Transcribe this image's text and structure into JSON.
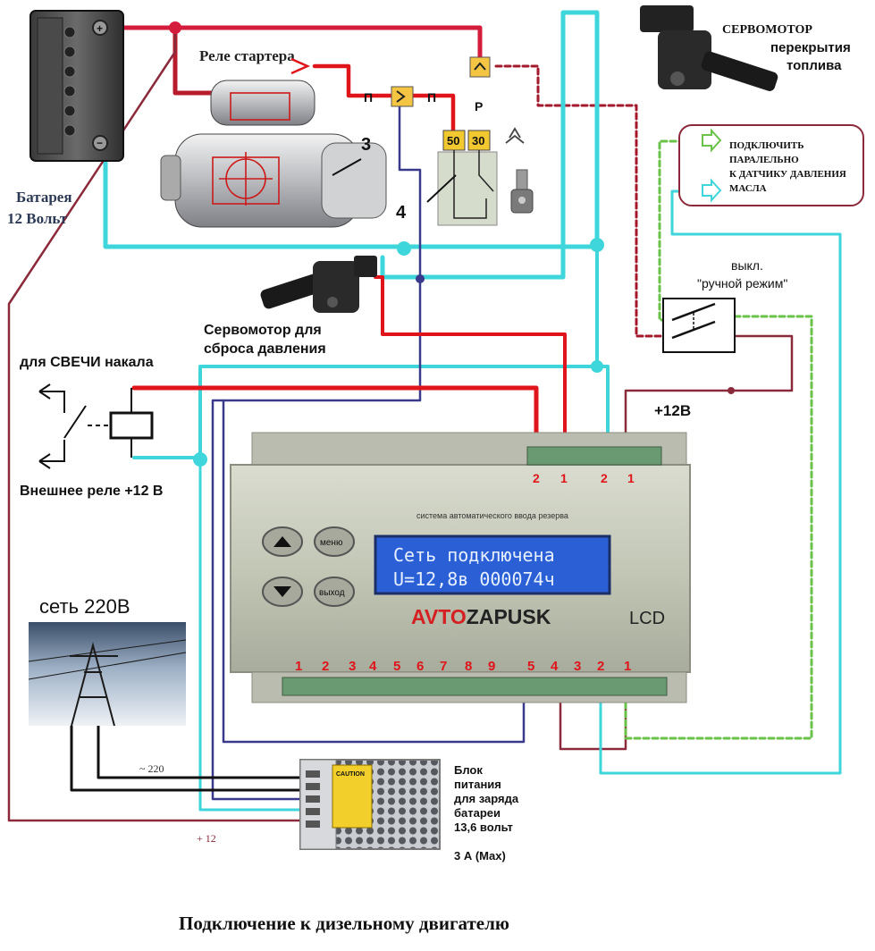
{
  "battery": {
    "label_line1": "Батарея",
    "label_line2": "12 Вольт",
    "plus": "+",
    "minus": "−"
  },
  "starter_relay": {
    "label": "Реле стартера",
    "starter_number": "3",
    "switch_number": "4",
    "pin_50": "50",
    "pin_30": "30",
    "conn_p1": "П",
    "conn_p2": "П",
    "conn_r": "Р"
  },
  "fuel_servo": {
    "line1": "СЕРВОМОТОР",
    "line2": "перекрытия",
    "line3": "топлива"
  },
  "oil_sensor_note": {
    "line1": "ПОДКЛЮЧИТЬ",
    "line2": "ПАРАЛЕЛЬНО",
    "line3": "К ДАТЧИКУ ДАВЛЕНИЯ",
    "line4": "МАСЛА"
  },
  "manual_switch": {
    "line1": "выкл.",
    "line2": "\"ручной режим\""
  },
  "pressure_servo": {
    "line1": "Сервомотор  для",
    "line2": "сброса  давления"
  },
  "glow_plug": {
    "label": "для СВЕЧИ накала",
    "relay_label": "Внешнее реле +12 В"
  },
  "plus12_label": "+12В",
  "grid": {
    "label": "сеть 220В"
  },
  "controller": {
    "caption": "система автоматического ввода резерва",
    "lcd_line1": "Сеть  подключена",
    "lcd_line2": "U=12,8в  000074ч",
    "brand_a": "AVTO",
    "brand_b": "ZAPUSK",
    "model": "LCD",
    "btn_menu": "меню",
    "btn_exit": "выход",
    "top_pins_left": [
      "2",
      "1"
    ],
    "top_pins_right": [
      "2",
      "1"
    ],
    "bottom_pins_left": [
      "1",
      "2",
      "3",
      "4",
      "5",
      "6",
      "7",
      "8",
      "9"
    ],
    "bottom_pins_right": [
      "5",
      "4",
      "3",
      "2",
      "1"
    ]
  },
  "psu": {
    "line1": "Блок",
    "line2": "питания",
    "line3": "для заряда",
    "line4": "батареи",
    "line5": "13,6 вольт",
    "line6": "3 А (Max)",
    "caution": "CAUTION",
    "ac_label": "~ 220",
    "dc_label": "+ 12"
  },
  "footer": "Подключение к дизельному двигателю",
  "colors": {
    "red": "#e0141b",
    "cyan": "#3ed6da",
    "navy": "#3a3a8c",
    "darkred": "#8b2a3a",
    "green": "#6bc24a",
    "lcd": "#2b5fd6",
    "lcd_text": "#e7f0ff",
    "brand_red": "#d42020"
  }
}
